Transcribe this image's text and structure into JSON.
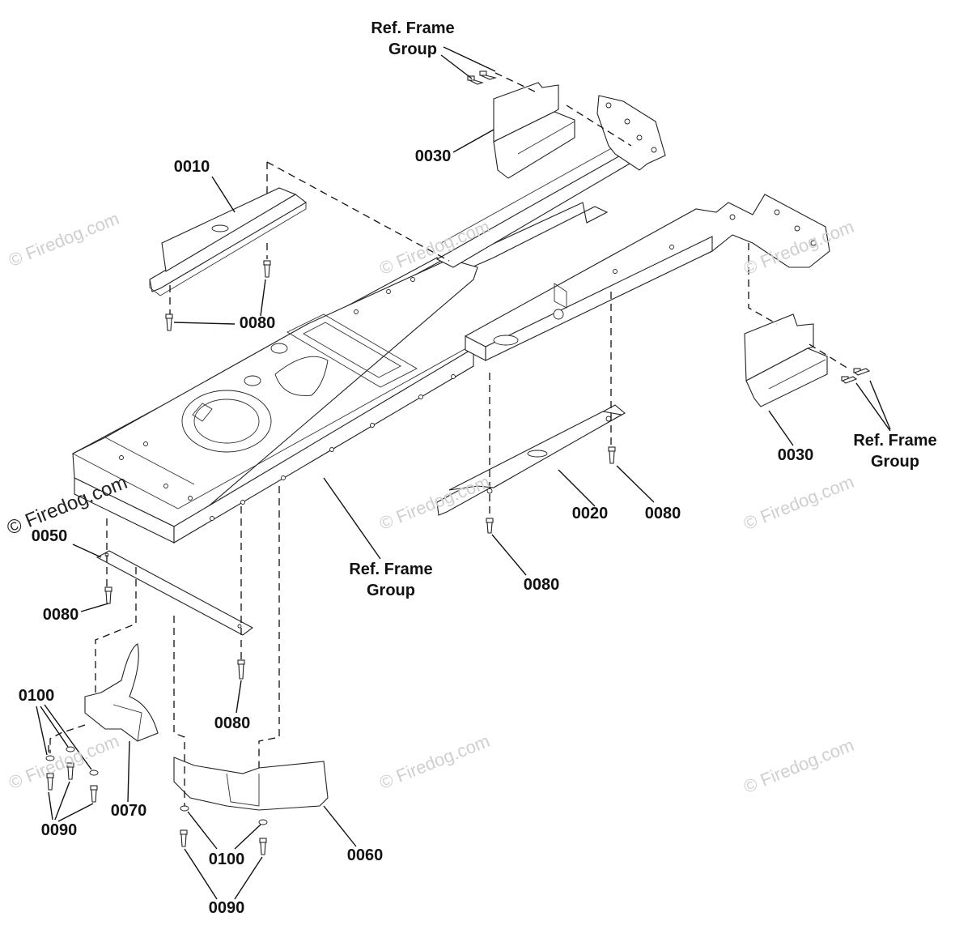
{
  "labels": {
    "ref_frame_group_top": "Ref. Frame\nGroup",
    "p0010": "0010",
    "p0080_a": "0080",
    "p0030_top": "0030",
    "p0030_right": "0030",
    "ref_frame_group_right": "Ref. Frame\nGroup",
    "p0020": "0020",
    "p0080_b": "0080",
    "p0080_c": "0080",
    "p0050": "0050",
    "p0080_d": "0080",
    "ref_frame_group_center": "Ref. Frame\nGroup",
    "p0080_e": "0080",
    "p0100_left": "0100",
    "p0070": "0070",
    "p0090_left": "0090",
    "p0100_bottom": "0100",
    "p0060": "0060",
    "p0090_bottom": "0090"
  },
  "watermark": {
    "text": "© Firedog.com"
  }
}
